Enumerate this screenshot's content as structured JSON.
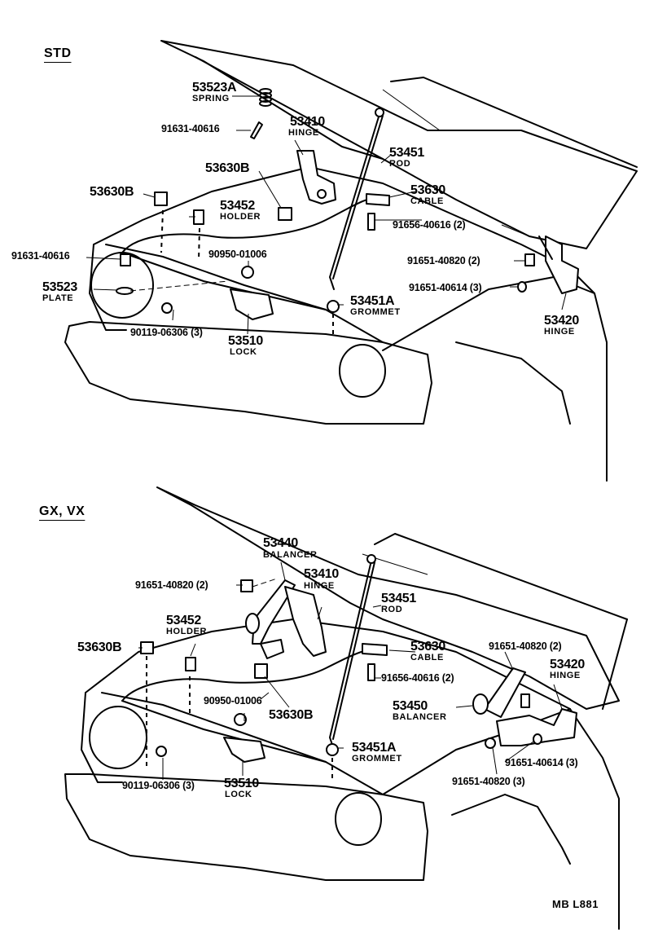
{
  "footer_code": "MB  L881",
  "std": {
    "heading": "STD",
    "labels": {
      "spring_num": "53523A",
      "spring_name": "SPRING",
      "bolt1": "91631-40616",
      "hinge_num": "53410",
      "hinge_name": "HINGE",
      "rod_num": "53451",
      "rod_name": "ROD",
      "clip_b_left": "53630B",
      "clip_b_mid": "53630B",
      "cable_num": "53630",
      "cable_name": "CABLE",
      "holder_num": "53452",
      "holder_name": "HOLDER",
      "bolt_2616": "91656-40616 (2)",
      "bolt2": "91631-40616",
      "cushion": "90950-01006",
      "bolt_0820": "91651-40820 (2)",
      "plate_num": "53523",
      "plate_name": "PLATE",
      "bolt_0614": "91651-40614 (3)",
      "grommet_num": "53451A",
      "grommet_name": "GROMMET",
      "screw": "90119-06306 (3)",
      "lock_num": "53510",
      "lock_name": "LOCK",
      "hinge_r_num": "53420",
      "hinge_r_name": "HINGE"
    }
  },
  "gx": {
    "heading": "GX, VX",
    "labels": {
      "balancer_num": "53440",
      "balancer_name": "BALANCER",
      "bolt_0820_left": "91651-40820 (2)",
      "hinge_num": "53410",
      "hinge_name": "HINGE",
      "rod_num": "53451",
      "rod_name": "ROD",
      "holder_num": "53452",
      "holder_name": "HOLDER",
      "clip_b_left": "53630B",
      "cable_num": "53630",
      "cable_name": "CABLE",
      "bolt_0820_right": "91651-40820 (2)",
      "bolt_2616": "91656-40616 (2)",
      "hinge_r_num": "53420",
      "hinge_r_name": "HINGE",
      "cushion": "90950-01006",
      "clip_b_mid": "53630B",
      "balancer_r_num": "53450",
      "balancer_r_name": "BALANCER",
      "grommet_num": "53451A",
      "grommet_name": "GROMMET",
      "bolt_0614": "91651-40614 (3)",
      "screw": "90119-06306 (3)",
      "lock_num": "53510",
      "lock_name": "LOCK",
      "bolt_0820_bottom": "91651-40820 (3)"
    }
  }
}
